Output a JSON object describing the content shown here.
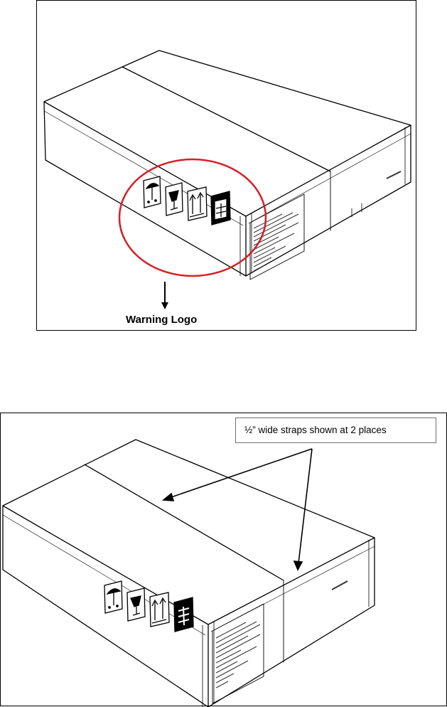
{
  "figures": [
    {
      "id": "box-warning-logo",
      "callout": "Warning Logo",
      "highlight_color": "#d62027"
    },
    {
      "id": "box-straps",
      "callout": "½” wide straps shown at 2 places"
    }
  ],
  "warning_icons": [
    "umbrella-icon",
    "fragile-glass-icon",
    "this-way-up-arrows-icon",
    "stacking-limit-icon"
  ]
}
